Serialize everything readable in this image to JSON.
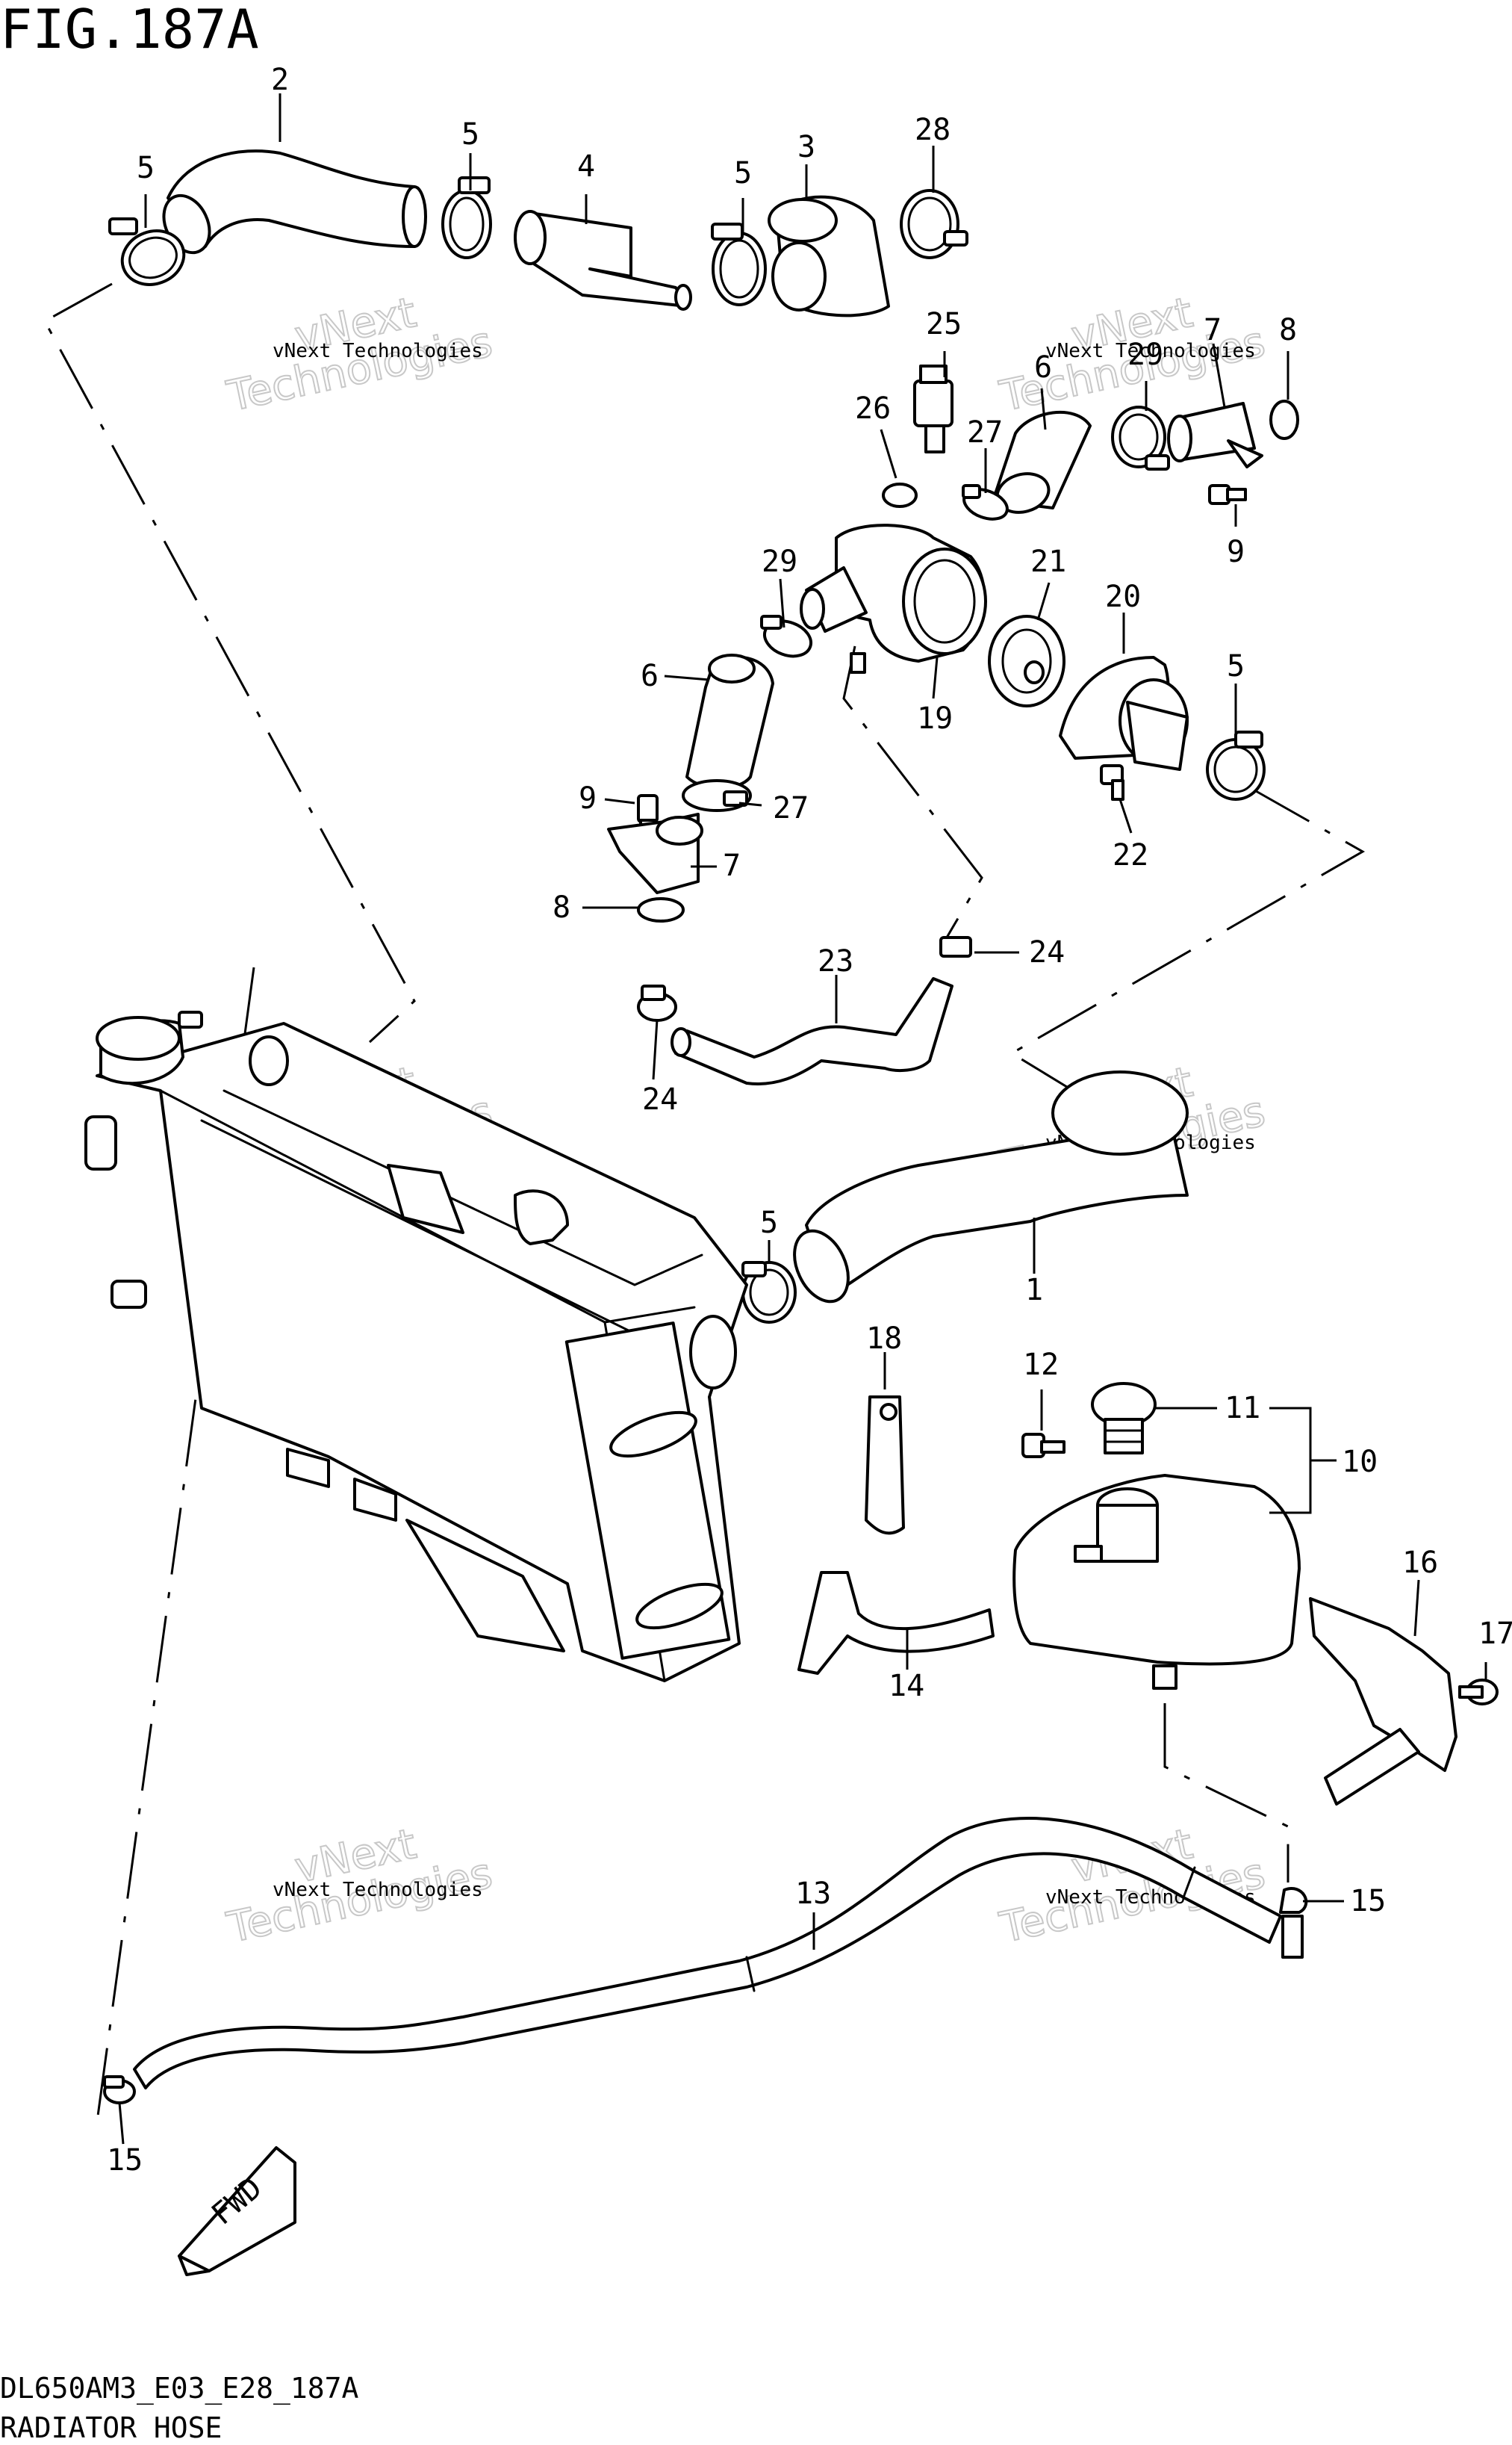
{
  "figure": {
    "title": "FIG.187A",
    "code": "DL650AM3_E03_E28_187A",
    "caption": "RADIATOR HOSE"
  },
  "watermark": {
    "line1": "vNext Technologies",
    "line2": "vNext",
    "line3": "Technologies"
  },
  "fwd_label": "FWD",
  "callouts": [
    "2",
    "5",
    "5",
    "4",
    "5",
    "3",
    "28",
    "25",
    "26",
    "27",
    "6",
    "29",
    "7",
    "8",
    "9",
    "29",
    "21",
    "20",
    "5",
    "6",
    "19",
    "9",
    "27",
    "7",
    "8",
    "22",
    "24",
    "23",
    "24",
    "5",
    "1",
    "18",
    "12",
    "11",
    "10",
    "16",
    "17",
    "14",
    "13",
    "15",
    "15"
  ]
}
